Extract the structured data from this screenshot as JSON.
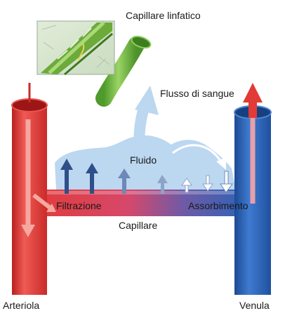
{
  "labels": {
    "lymph_capillary": "Capillare linfatico",
    "blood_flow": "Flusso di sangue",
    "fluid": "Fluido",
    "filtration": "Filtrazione",
    "absorption": "Assorbimento",
    "capillary": "Capillare",
    "arteriole": "Arteriola",
    "venule": "Venula"
  },
  "colors": {
    "arteriole": "#e23a37",
    "venule": "#2a63b8",
    "fluid": "#bcd7f0",
    "lymph": "#7cc24a",
    "arrow_dark": "#2f4f8a"
  }
}
